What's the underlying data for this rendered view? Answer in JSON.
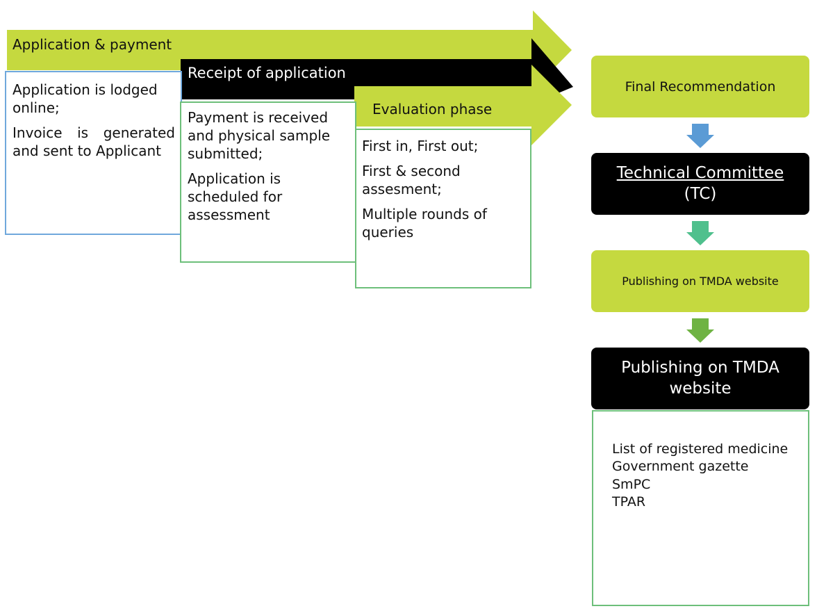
{
  "colors": {
    "lime": "#c5d93f",
    "black": "#000000",
    "blue_border": "#6fa8dc",
    "green_border": "#6dbf7a",
    "down_arrow_blue": "#5b9bd5",
    "down_arrow_teal": "#4fc08d",
    "down_arrow_green": "#6fb343"
  },
  "stages": [
    {
      "label": "Application & payment",
      "details": [
        "Application is lodged online;",
        "Invoice is generated and sent to Applicant"
      ]
    },
    {
      "label": "Receipt of application",
      "details": [
        "Payment is received and physical sample submitted;",
        "Application is scheduled for assessment"
      ]
    },
    {
      "label": "Evaluation phase",
      "details": [
        "First in, First out;",
        "First & second assesment;",
        "Multiple rounds of queries"
      ]
    }
  ],
  "flow": {
    "final_recommendation": "Final Recommendation",
    "technical_committee": {
      "title": "Technical Committee",
      "abbr": "(TC)"
    },
    "publishing_small": "Publishing on TMDA website",
    "publishing_large": "Publishing on TMDA website",
    "publish_items": [
      "List of registered medicine",
      "Government gazette",
      "SmPC",
      "TPAR"
    ]
  }
}
